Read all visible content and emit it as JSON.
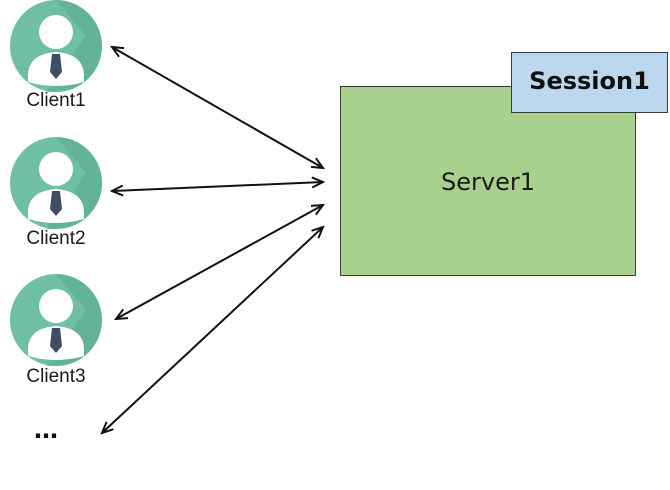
{
  "clients": [
    {
      "label": "Client1"
    },
    {
      "label": "Client2"
    },
    {
      "label": "Client3"
    }
  ],
  "more_clients": "…",
  "server": {
    "label": "Server1"
  },
  "session": {
    "label": "Session1"
  },
  "colors": {
    "avatar_circle": "#6fbfa6",
    "avatar_shadow": "#5aa890",
    "avatar_person": "#ffffff",
    "tie": "#3f4d63",
    "server_fill": "#a9d18e",
    "session_fill": "#bdd7ee",
    "arrow": "#111111"
  },
  "connections": [
    {
      "from": "Client1",
      "to": "Server1",
      "direction": "bidirectional"
    },
    {
      "from": "Client2",
      "to": "Server1",
      "direction": "bidirectional"
    },
    {
      "from": "Client3",
      "to": "Server1",
      "direction": "bidirectional"
    },
    {
      "from": "…",
      "to": "Server1",
      "direction": "bidirectional"
    }
  ]
}
